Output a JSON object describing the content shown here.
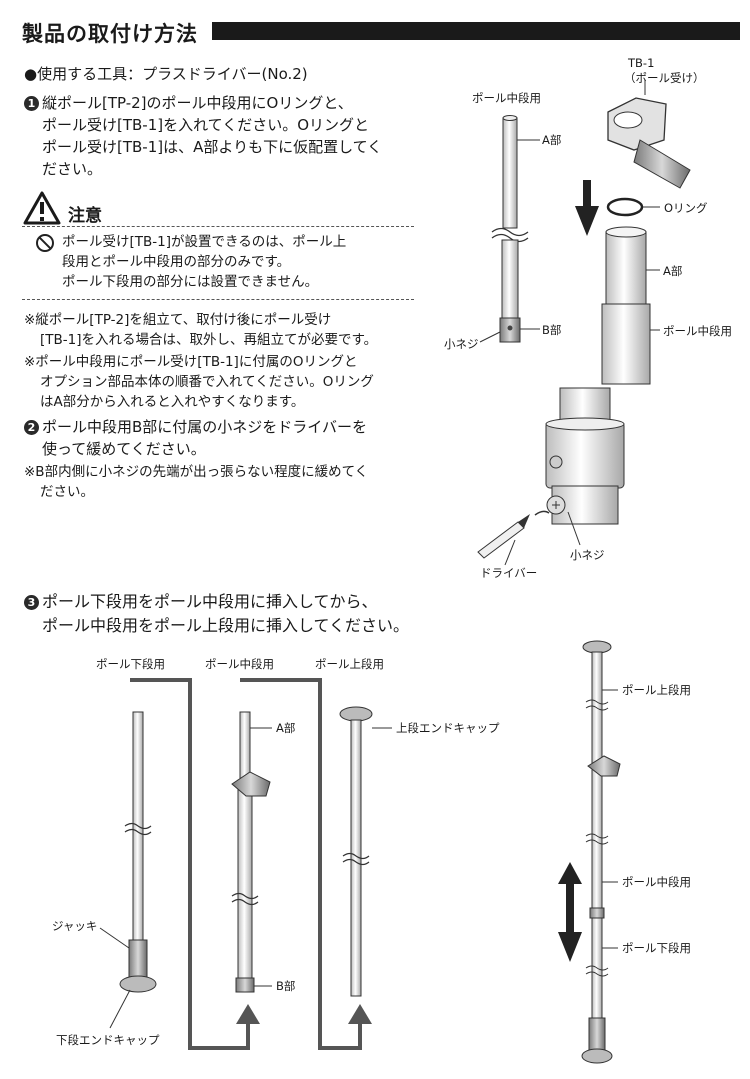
{
  "header": {
    "title": "製品の取付け方法"
  },
  "tools": "●使用する工具：プラスドライバー(No.2)",
  "step1": {
    "num": "1",
    "lines": [
      "縦ポール[TP-2]のポール中段用にOリングと、",
      "ポール受け[TB-1]を入れてください。Oリングと",
      "ポール受け[TB-1]は、A部よりも下に仮配置してく",
      "ださい。"
    ]
  },
  "caution": {
    "title": "注意",
    "lines": [
      "ポール受け[TB-1]が設置できるのは、ポール上",
      "段用とポール中段用の部分のみです。",
      "ポール下段用の部分には設置できません。"
    ]
  },
  "notes1": [
    "※縦ポール[TP-2]を組立て、取付け後にポール受け",
    "[TB-1]を入れる場合は、取外し、再組立てが必要です。",
    "※ポール中段用にポール受け[TB-1]に付属のOリングと",
    "オプション部品本体の順番で入れてください。Oリング",
    "はA部分から入れると入れやすくなります。"
  ],
  "step2": {
    "num": "2",
    "lines": [
      "ポール中段用B部に付属の小ネジをドライバーを",
      "使って緩めてください。"
    ],
    "notes": [
      "※B部内側に小ネジの先端が出っ張らない程度に緩めてく",
      "ださい。"
    ]
  },
  "step3": {
    "num": "3",
    "lines": [
      "ポール下段用をポール中段用に挿入してから、",
      "ポール中段用をポール上段用に挿入してください。"
    ]
  },
  "labels": {
    "fig1_title": "ポール中段用",
    "a_part": "A部",
    "b_part": "B部",
    "small_screw": "小ネジ",
    "tb1": "TB-1",
    "tb1_sub": "（ポール受け）",
    "o_ring": "Oリング",
    "pole_mid": "ポール中段用",
    "screwdriver": "ドライバー",
    "pole_lower": "ポール下段用",
    "pole_upper": "ポール上段用",
    "upper_cap": "上段エンドキャップ",
    "jack": "ジャッキ",
    "lower_cap": "下段エンドキャップ"
  }
}
